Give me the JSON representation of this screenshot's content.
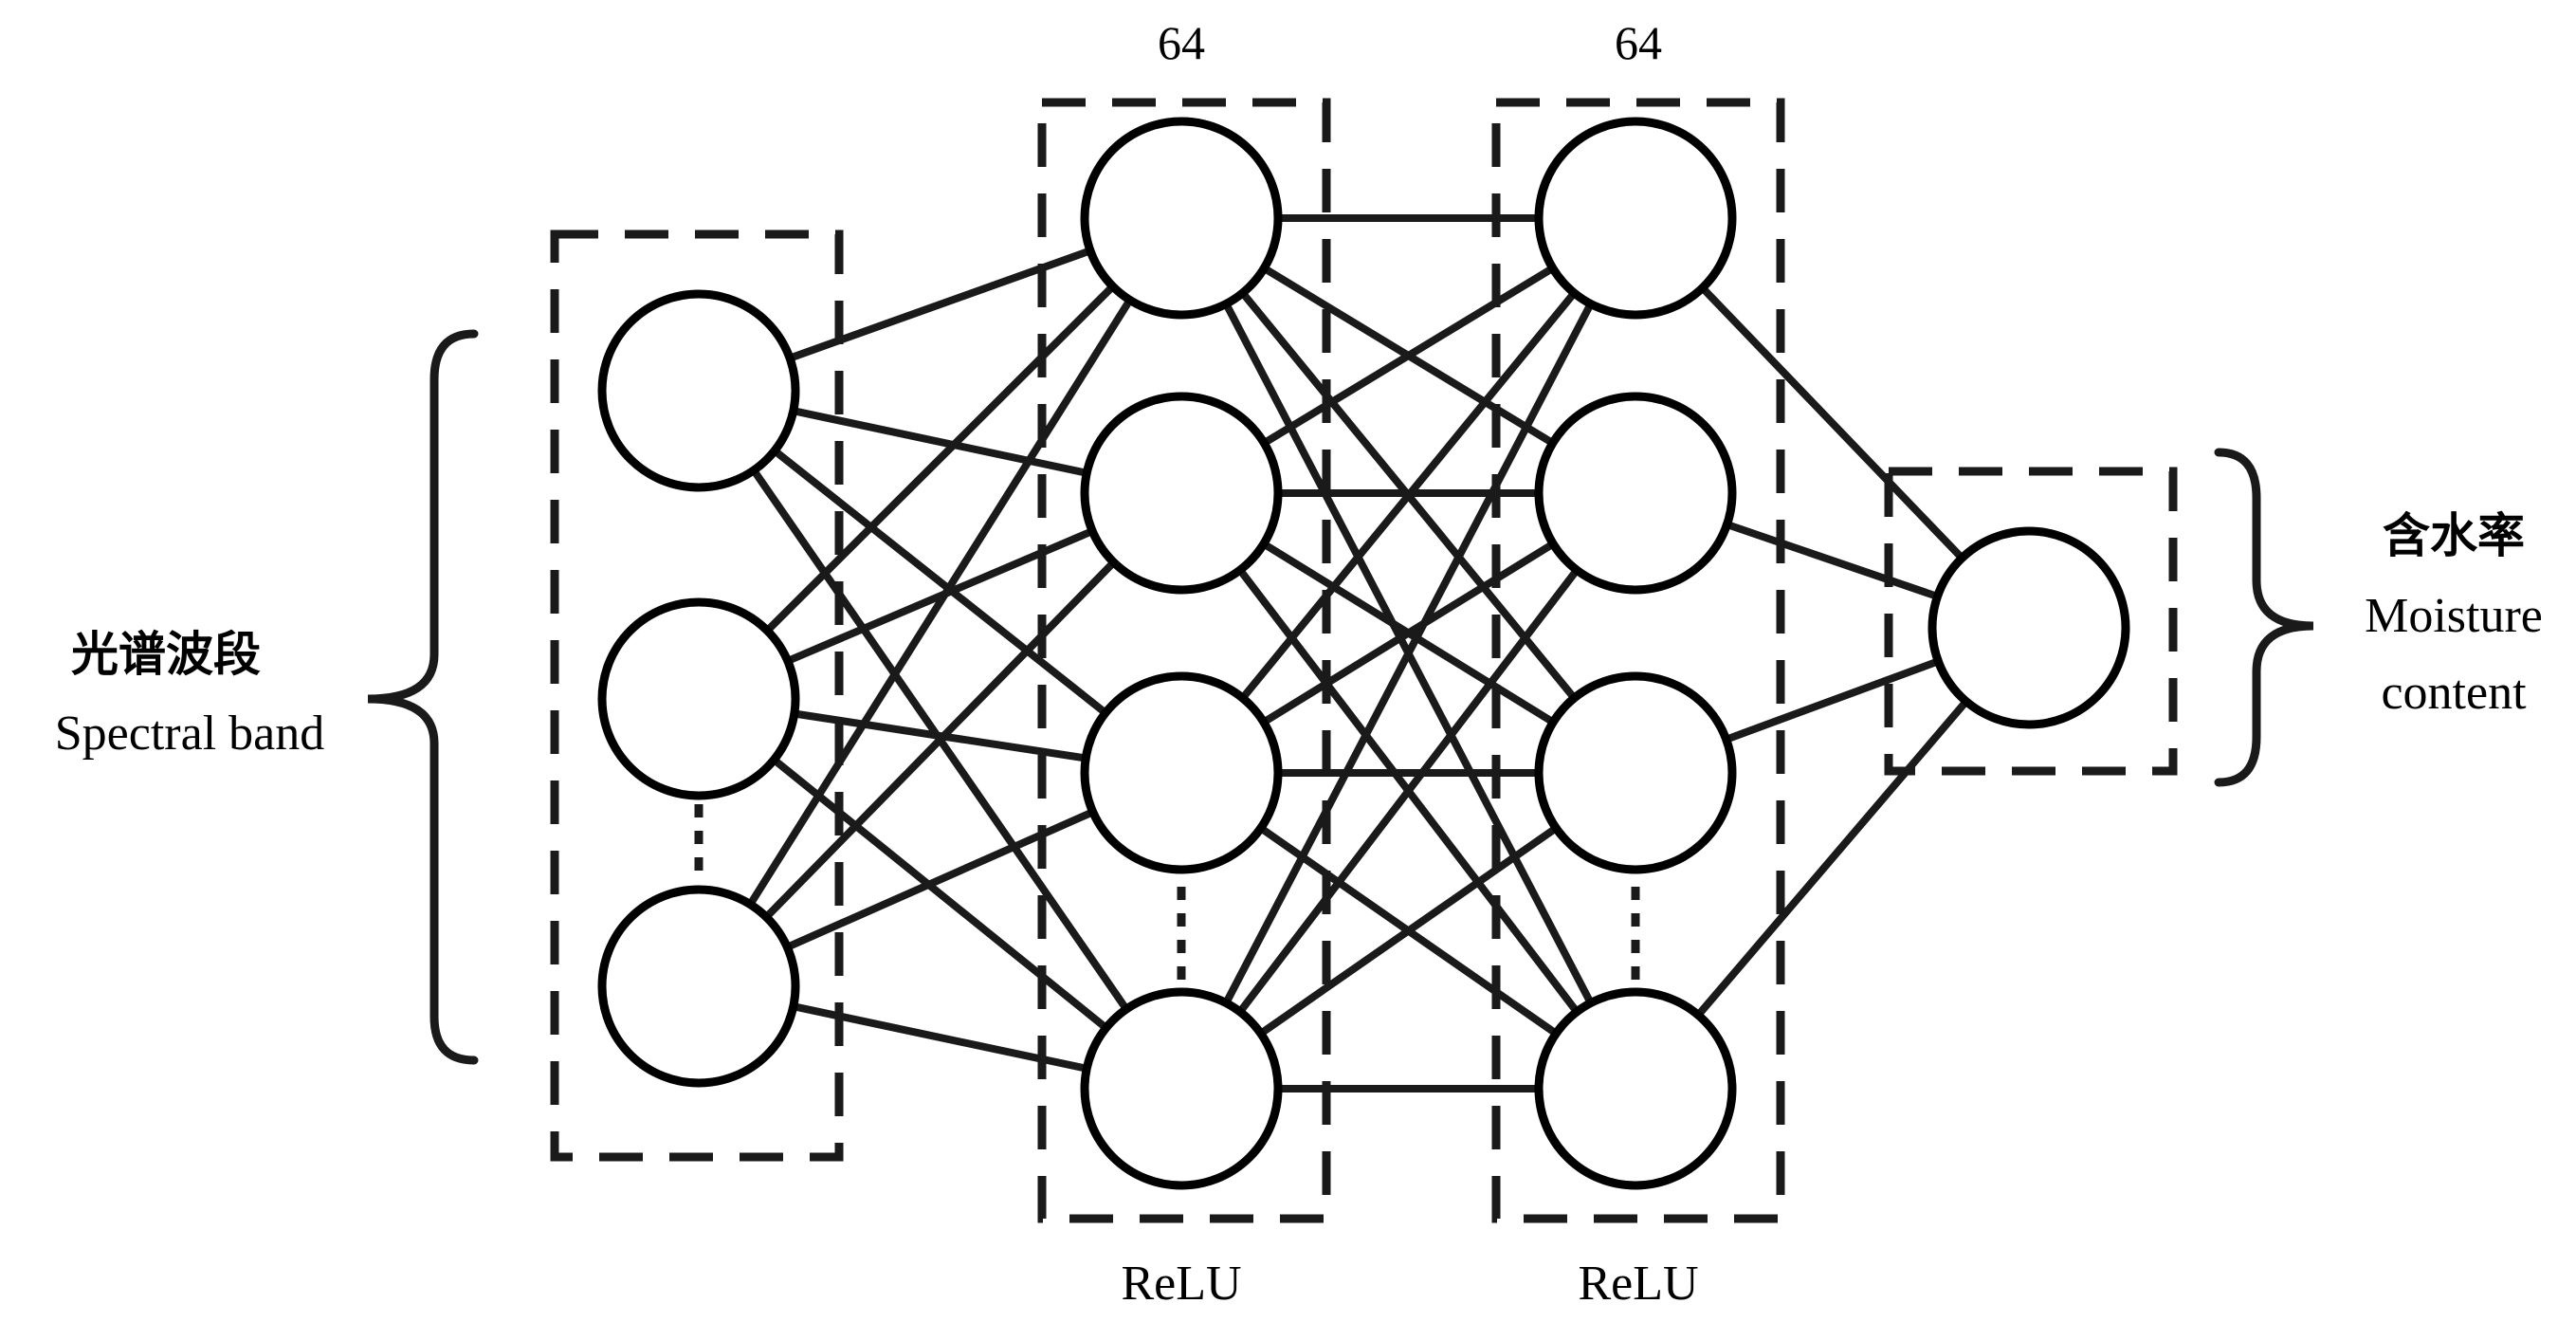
{
  "input": {
    "label_cn": "光谱波段",
    "label_en": "Spectral band"
  },
  "hidden_layers": [
    {
      "size_label": "64",
      "activation": "ReLU"
    },
    {
      "size_label": "64",
      "activation": "ReLU"
    }
  ],
  "output": {
    "label_cn": "含水率",
    "label_en_line1": "Moisture",
    "label_en_line2": "content"
  },
  "colors": {
    "stroke": "#1a1a1a",
    "background": "#ffffff"
  }
}
